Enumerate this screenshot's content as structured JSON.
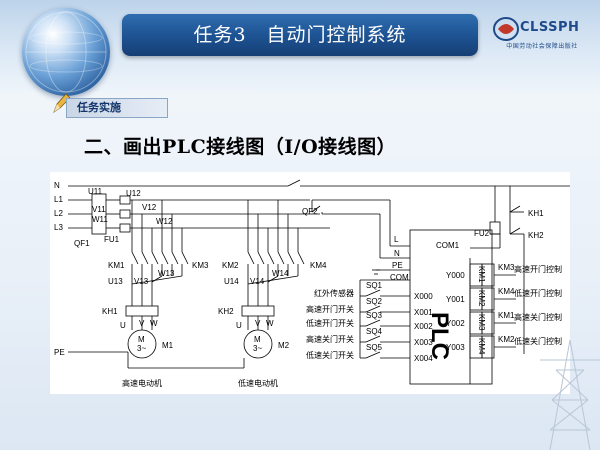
{
  "slide": {
    "title": "任务3　自动门控制系统",
    "logo_text": "CLSSPH",
    "logo_sub": "中国劳动社会保障出版社",
    "task_badge": "任务实施",
    "subtitle": "二、画出PLC接线图（I/O接线图）"
  },
  "diagram": {
    "power": {
      "n": "N",
      "l1": "L1",
      "l2": "L2",
      "l3": "L3",
      "pe": "PE",
      "qf1": "QF1",
      "qf2": "QF2",
      "fu1": "FU1",
      "fu2": "FU2"
    },
    "phase_labels": {
      "u11": "U11",
      "v11": "V11",
      "w11": "W11",
      "u12": "U12",
      "v12": "V12",
      "w12": "W12"
    },
    "motor1": {
      "km_a": "KM1",
      "km_b": "KM3",
      "u13": "U13",
      "v13": "V13",
      "w13": "W13",
      "kh": "KH1",
      "u": "U",
      "v": "V",
      "w": "W",
      "m": "M",
      "phase": "3~",
      "label": "M1",
      "caption": "高速电动机"
    },
    "motor2": {
      "km_a": "KM2",
      "km_b": "KM4",
      "u14": "U14",
      "v14": "V14",
      "w14": "W14",
      "kh": "KH2",
      "u": "U",
      "v": "V",
      "w": "W",
      "m": "M",
      "phase": "3~",
      "label": "M2",
      "caption": "低速电动机"
    },
    "plc": {
      "name": "PLC",
      "terminals": {
        "l": "L",
        "n": "N",
        "pe": "PE",
        "com": "COM",
        "com1": "COM1"
      },
      "inputs": [
        {
          "addr": "X000",
          "sw": "SQ1",
          "label": "红外传感器"
        },
        {
          "addr": "X001",
          "sw": "SQ2",
          "label": "高速开门开关"
        },
        {
          "addr": "X002",
          "sw": "SQ3",
          "label": "低速开门开关"
        },
        {
          "addr": "X003",
          "sw": "SQ4",
          "label": "高速关门开关"
        },
        {
          "addr": "X004",
          "sw": "SQ5",
          "label": "低速关门开关"
        }
      ],
      "outputs": [
        {
          "addr": "Y000",
          "coil": "KM1",
          "label": "高速开门控制"
        },
        {
          "addr": "Y001",
          "coil": "KM2",
          "label": "低速开门控制"
        },
        {
          "addr": "Y002",
          "coil": "KM3",
          "label": "高速关门控制"
        },
        {
          "addr": "Y003",
          "coil": "KM4",
          "label": "低速关门控制"
        }
      ],
      "interlocks": {
        "kh1": "KH1",
        "kh2": "KH2",
        "km3": "KM3",
        "km4": "KM4",
        "km1": "KM1",
        "km2": "KM2"
      }
    }
  },
  "colors": {
    "title_bar": "#1c4f8e",
    "header_bg": "#bdd3ea",
    "text": "#000000"
  }
}
